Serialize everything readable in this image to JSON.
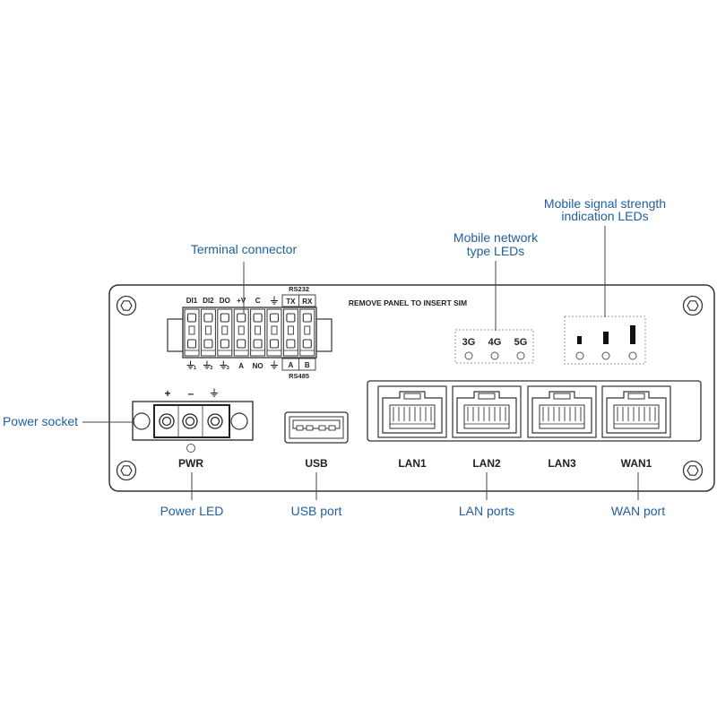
{
  "callouts": {
    "terminal_connector": "Terminal connector",
    "network_type_leds": {
      "line1": "Mobile network",
      "line2": "type LEDs"
    },
    "signal_strength_leds": {
      "line1": "Mobile signal strength",
      "line2": "indication LEDs"
    },
    "power_socket": "Power socket",
    "power_led": "Power LED",
    "usb_port": "USB port",
    "lan_ports": "LAN ports",
    "wan_port": "WAN port"
  },
  "panel": {
    "sim_notice": "REMOVE PANEL TO INSERT SIM",
    "terminal": {
      "top_labels": [
        "DI1",
        "DI2",
        "DO",
        "+V",
        "C"
      ],
      "rs232": {
        "title": "RS232",
        "labels": [
          "TX",
          "RX"
        ]
      },
      "ground_subscripts": [
        "1",
        "2",
        "3"
      ],
      "bottom_labels": [
        "A",
        "NO"
      ],
      "rs485": {
        "title": "RS485",
        "labels": [
          "A",
          "B"
        ]
      }
    },
    "network_type_leds": [
      "3G",
      "4G",
      "5G"
    ],
    "power_socket": {
      "pins": [
        "+",
        "–"
      ]
    },
    "ports": {
      "pwr": "PWR",
      "usb": "USB",
      "lan": [
        "LAN1",
        "LAN2",
        "LAN3"
      ],
      "wan": "WAN1"
    }
  },
  "icons": {
    "screw": "screw-icon",
    "ground": "ground-icon",
    "led": "led-indicator-icon",
    "signal_bar": "signal-bar-icon"
  },
  "colors": {
    "callout": "#1f5f9f",
    "line": "#333333"
  }
}
